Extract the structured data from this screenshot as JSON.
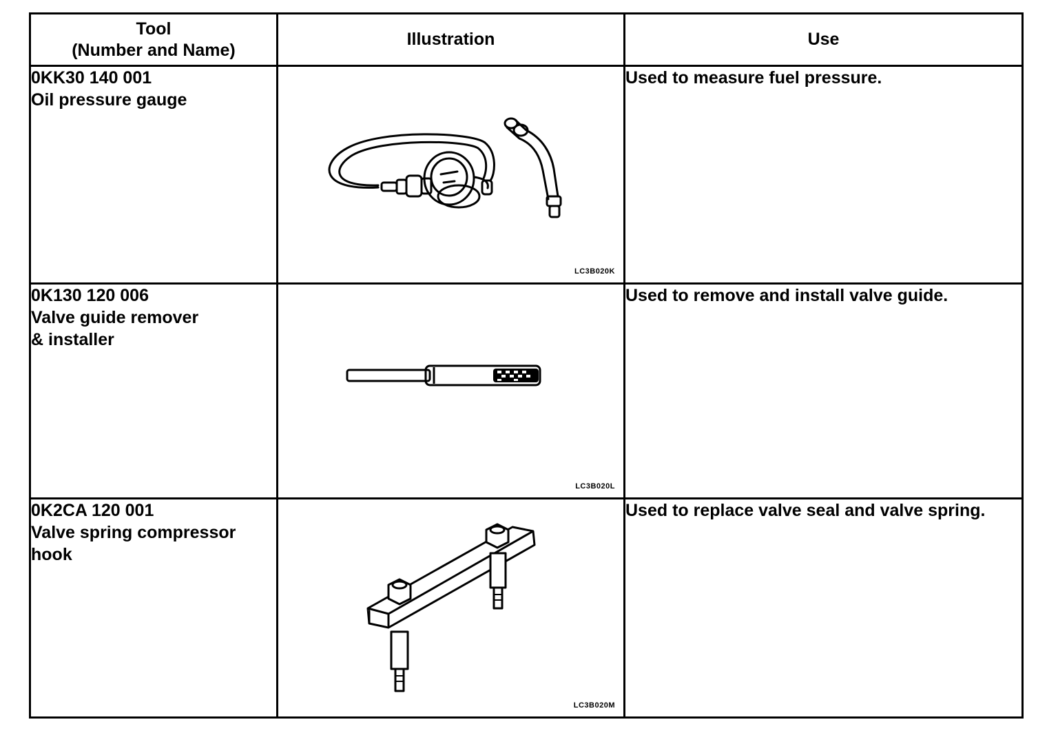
{
  "headers": {
    "tool_line1": "Tool",
    "tool_line2": "(Number and Name)",
    "illustration": "Illustration",
    "use": "Use"
  },
  "rows": [
    {
      "number": "0KK30 140 001",
      "name_lines": [
        "Oil pressure gauge"
      ],
      "illustration_code": "LC3B020K",
      "illustration_icon": "oil-pressure-gauge-icon",
      "use": "Used to measure fuel pressure."
    },
    {
      "number": "0K130 120 006",
      "name_lines": [
        "Valve guide remover",
        "& installer"
      ],
      "illustration_code": "LC3B020L",
      "illustration_icon": "valve-guide-remover-icon",
      "use": "Used to remove and install valve guide."
    },
    {
      "number": "0K2CA 120 001",
      "name_lines": [
        "Valve spring compressor",
        "hook"
      ],
      "illustration_code": "LC3B020M",
      "illustration_icon": "valve-spring-compressor-hook-icon",
      "use": "Used to replace valve seal and valve spring."
    }
  ]
}
